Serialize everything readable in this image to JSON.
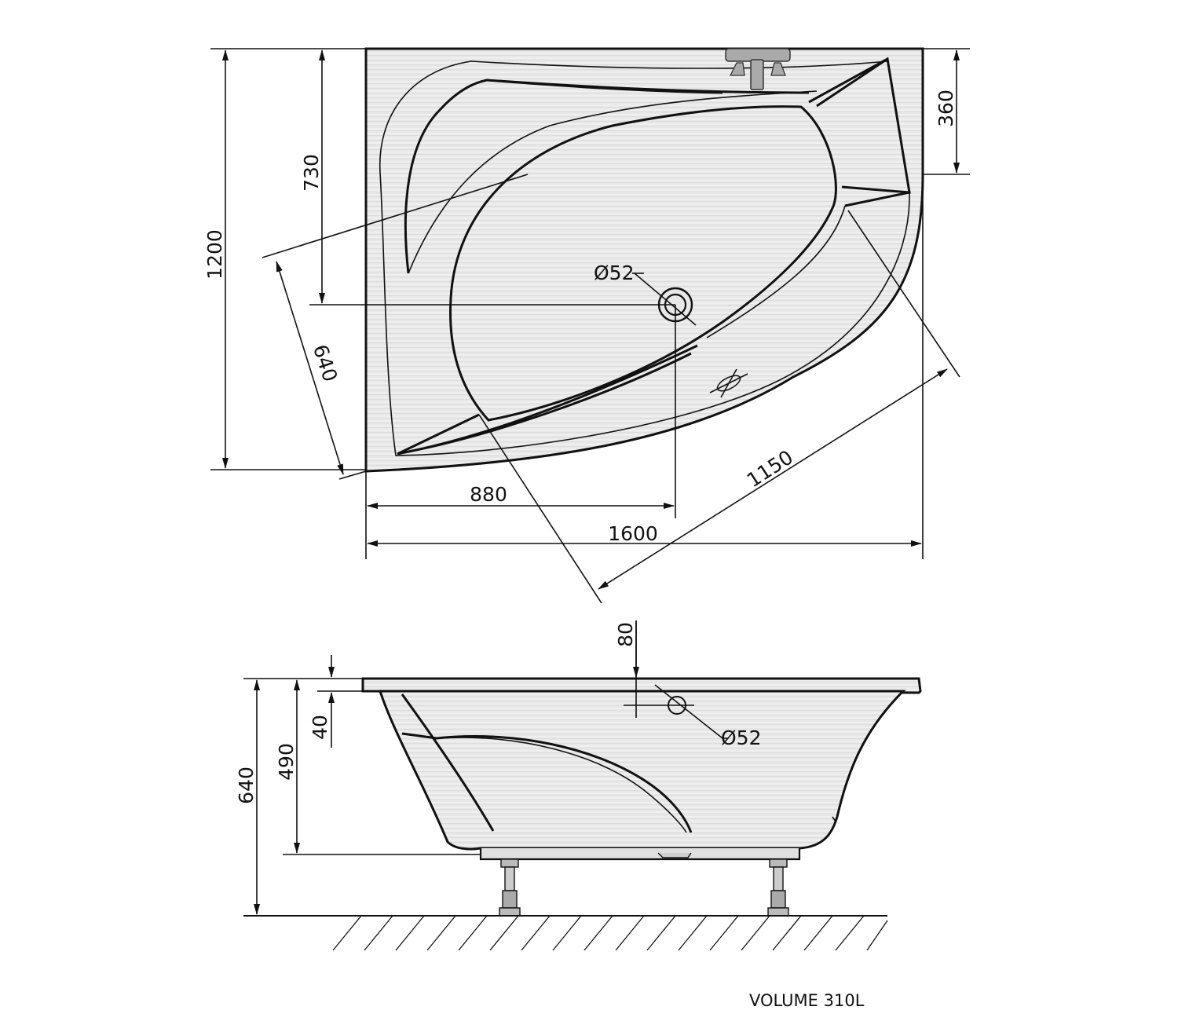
{
  "top_view": {
    "dims": {
      "width_total": "1600",
      "drain_offset_x": "880",
      "height_total": "1200",
      "drain_offset_y": "730",
      "right_straight": "360",
      "diagonal_long": "1150",
      "diagonal_short": "640",
      "drain_diameter": "Ø52"
    }
  },
  "side_view": {
    "dims": {
      "height_total": "640",
      "depth_inner": "490",
      "rim_thickness": "40",
      "overflow_offset": "80",
      "overflow_diameter": "Ø52"
    }
  },
  "footer": {
    "volume": "VOLUME 310L"
  }
}
